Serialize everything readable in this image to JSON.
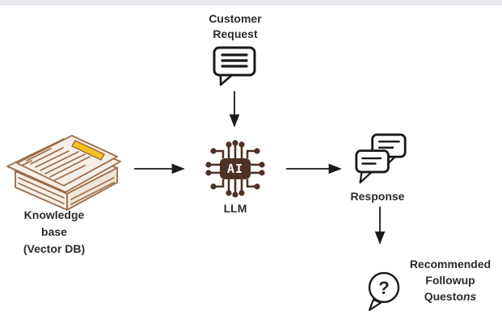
{
  "colors": {
    "topbar-bg": "#e9e9ee",
    "topbar-border": "#d6d6dc",
    "text": "#2b2b2b",
    "arrow": "#1a1a1a",
    "icon-stroke": "#1a1a1a",
    "chip-brown": "#4e3126",
    "paper-outline": "#9b6b47",
    "paper-fill": "#f6efe7",
    "paper-side": "#efe5d8",
    "highlight": "#f5c21b"
  },
  "diagram": {
    "customer": {
      "label": "Customer\nRequest",
      "icon": "speech-bubble-lines-icon"
    },
    "knowledge": {
      "label": "Knowledge\nbase\n(Vector DB)",
      "icon": "paper-stack-icon"
    },
    "llm": {
      "label": "LLM",
      "chip_text": "AI",
      "icon": "ai-chip-icon"
    },
    "response": {
      "label": "Response",
      "icon": "chat-bubbles-icon"
    },
    "followup": {
      "line1": "Recommended",
      "line2": "Followup",
      "line3_regular": "Questo",
      "line3_italic": "ns",
      "question_mark": "?",
      "icon": "question-bubble-icon"
    },
    "arrows": [
      {
        "from": "customer-request",
        "to": "llm",
        "direction": "down"
      },
      {
        "from": "knowledge-base",
        "to": "llm",
        "direction": "right"
      },
      {
        "from": "llm",
        "to": "response",
        "direction": "right"
      },
      {
        "from": "response",
        "to": "followup-questions",
        "direction": "down"
      }
    ]
  }
}
